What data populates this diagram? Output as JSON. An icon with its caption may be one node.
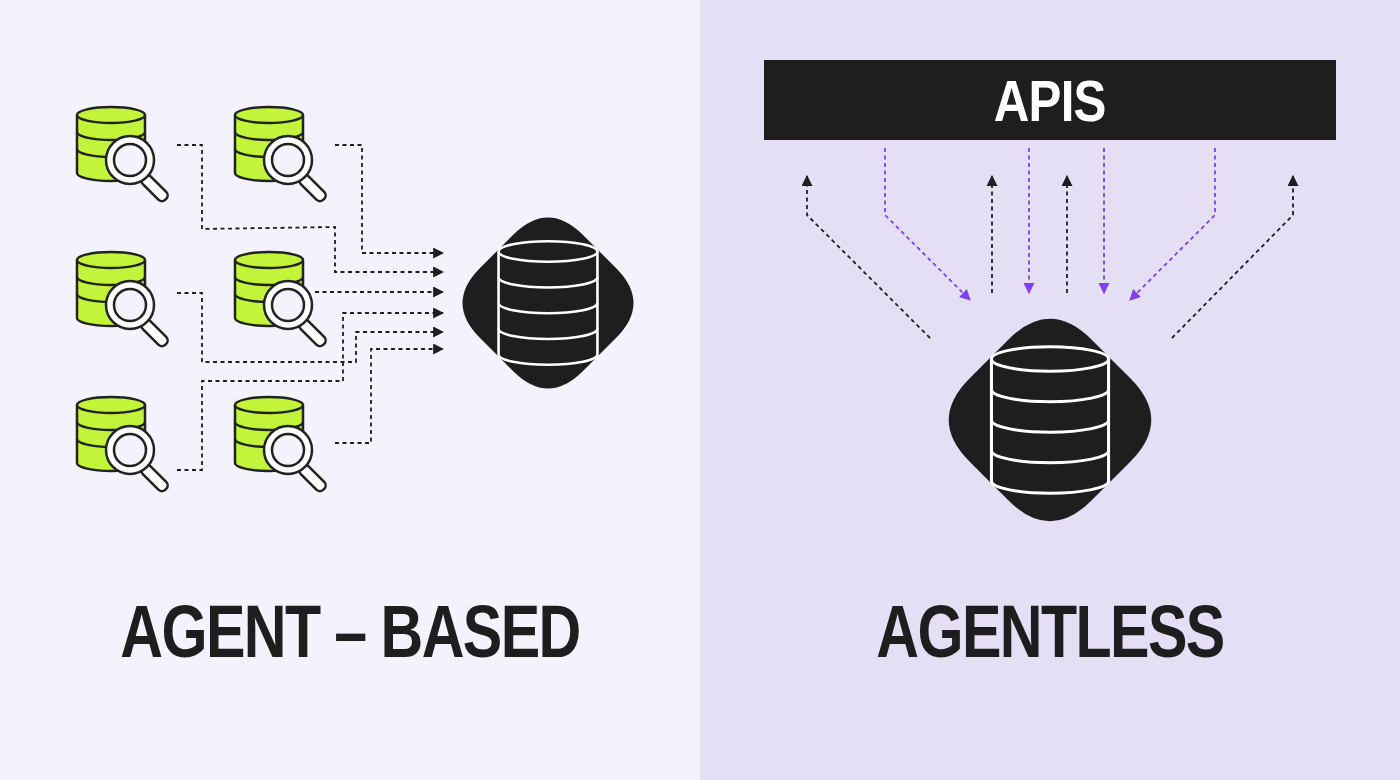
{
  "diagram": {
    "nodes": [
      {
        "text": [],
        "shape": "picture"
      },
      {
        "text": [],
        "shape": "picture"
      },
      {
        "text": [],
        "shape": "picture"
      },
      {
        "text": [],
        "shape": "picture"
      },
      {
        "text": [],
        "shape": "picture"
      },
      {
        "text": [],
        "shape": "picture"
      },
      {
        "text": [],
        "shape": "diamond"
      },
      {
        "text": [
          "APIS"
        ]
      },
      {
        "text": [],
        "shape": "diamond"
      }
    ],
    "edges": [
      {
        "from": 1,
        "to": 6,
        "arrow": "to",
        "style": "dashed"
      },
      {
        "from": 0,
        "to": 6,
        "arrow": "to",
        "style": "dashed"
      },
      {
        "from": 3,
        "to": 6,
        "arrow": "to",
        "style": "dashed"
      },
      {
        "from": 4,
        "to": 6,
        "arrow": "to",
        "style": "dashed"
      },
      {
        "from": 2,
        "to": 6,
        "arrow": "to",
        "style": "dashed"
      },
      {
        "from": 5,
        "to": 6,
        "arrow": "to",
        "style": "dashed"
      },
      {
        "from": 8,
        "to": 7,
        "arrow": "to",
        "style": "dashed"
      },
      {
        "from": 7,
        "to": 8,
        "arrow": "to",
        "style": "dashed",
        "color": "#7f3ff2"
      },
      {
        "from": 8,
        "to": 7,
        "arrow": "to",
        "style": "dashed"
      },
      {
        "from": 7,
        "to": 8,
        "arrow": "to",
        "style": "dashed",
        "color": "#7f3ff2"
      },
      {
        "from": 8,
        "to": 7,
        "arrow": "to",
        "style": "dashed"
      },
      {
        "from": 7,
        "to": 8,
        "arrow": "to",
        "style": "dashed",
        "color": "#7f3ff2"
      },
      {
        "from": 7,
        "to": 8,
        "arrow": "to",
        "style": "dashed",
        "color": "#7f3ff2"
      },
      {
        "from": 8,
        "to": 7,
        "arrow": "to",
        "style": "dashed"
      }
    ],
    "labels": [
      "AGENT – BASED",
      "AGENTLESS"
    ]
  }
}
